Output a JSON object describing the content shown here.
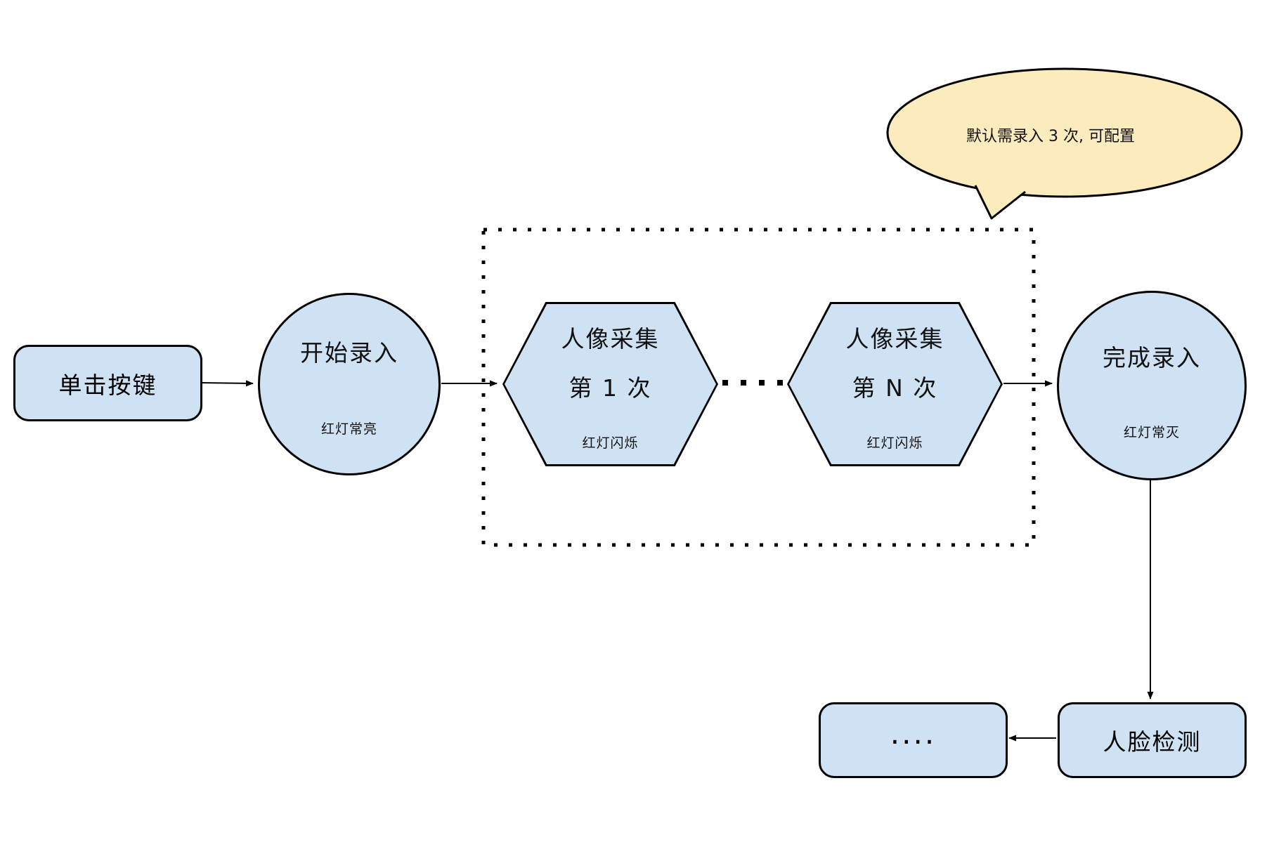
{
  "diagram": {
    "title_hint": "face-enrollment-flowchart",
    "nodes": {
      "click_button": {
        "label": "单击按键"
      },
      "start_enroll": {
        "label": "开始录入",
        "sublabel": "红灯常亮"
      },
      "capture_first": {
        "label": "人像采集",
        "mid": "第 1 次",
        "sublabel": "红灯闪烁"
      },
      "capture_nth": {
        "label": "人像采集",
        "mid": "第 N 次",
        "sublabel": "红灯闪烁"
      },
      "finish_enroll": {
        "label": "完成录入",
        "sublabel": "红灯常灭"
      },
      "face_detect": {
        "label": "人脸检测"
      },
      "more_steps": {
        "label": "...."
      }
    },
    "callout": {
      "text": "默认需录入 3 次, 可配置"
    },
    "colors": {
      "node_fill": "#CFE2F3",
      "node_border": "#000000",
      "callout_fill": "#FCEBBD",
      "background": "#FFFFFF"
    }
  }
}
